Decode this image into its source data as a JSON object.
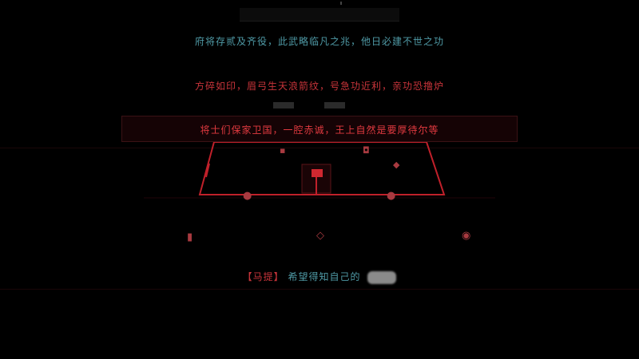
{
  "line_1": "府将存贰及齐役，此武略临凡之兆，他日必建不世之功",
  "line_2": "方碎如印，眉弓生天浪箭纹，号急功近利，亲功恐撸炉",
  "banner": "将士们保家卫国，一腔赤诚，王上自然是要厚待尔等",
  "dialog": {
    "speaker": "【马提】",
    "text": "希望得知自己的"
  },
  "colors": {
    "accent_red": "#e23a40",
    "text_teal": "#4f9aa6",
    "board_red": "#c0202a"
  },
  "icons": {
    "piece": "figure-icon"
  }
}
